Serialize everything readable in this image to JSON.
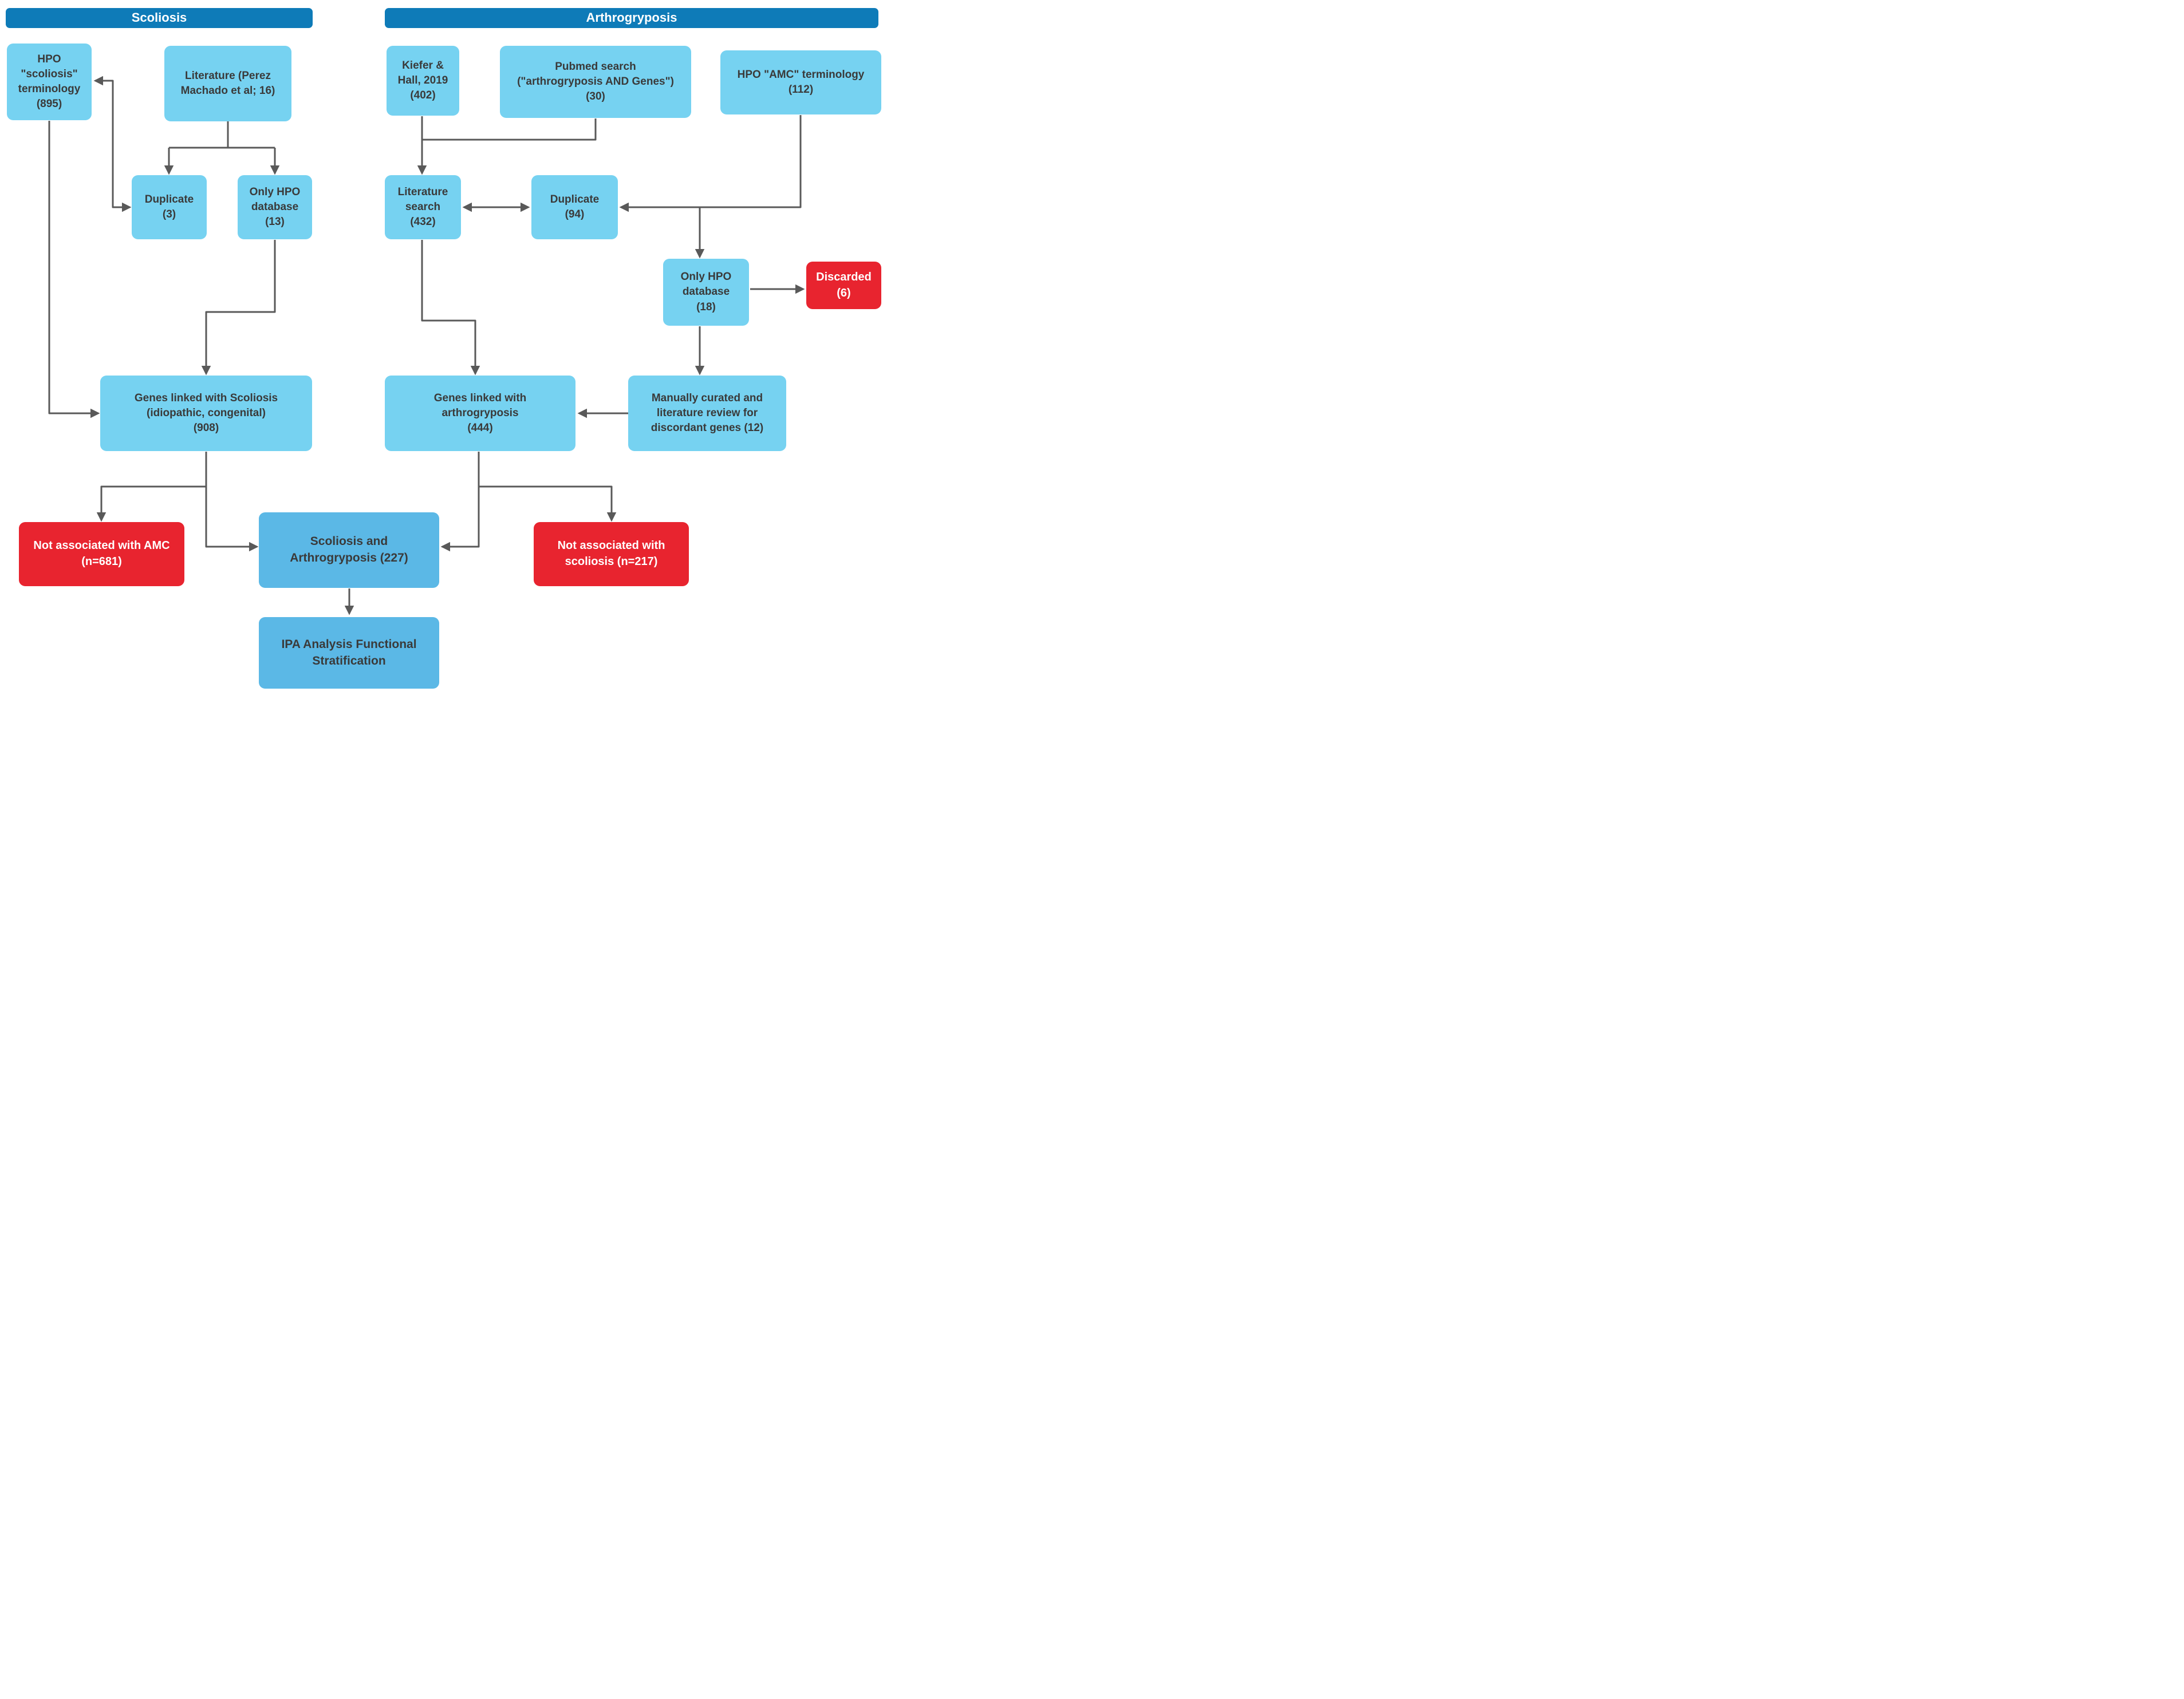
{
  "headers": {
    "scoliosis": "Scoliosis",
    "arthrogryposis": "Arthrogryposis"
  },
  "nodes": {
    "hpo_scoliosis": {
      "label": "HPO\n\"scoliosis\"\nterminology\n(895)"
    },
    "literature_perez": {
      "label": "Literature (Perez\nMachado et al; 16)"
    },
    "duplicate_3": {
      "label": "Duplicate\n(3)"
    },
    "only_hpo_13": {
      "label": "Only HPO\ndatabase\n(13)"
    },
    "genes_scoliosis": {
      "label": "Genes linked with Scoliosis\n(idiopathic, congenital)\n(908)"
    },
    "not_amc": {
      "label": "Not associated with AMC\n(n=681)"
    },
    "scoliosis_arthro": {
      "label": "Scoliosis and\nArthrogryposis (227)"
    },
    "ipa": {
      "label": "IPA Analysis Functional\nStratification"
    },
    "kiefer": {
      "label": "Kiefer &\nHall, 2019\n(402)"
    },
    "pubmed": {
      "label": "Pubmed search\n(\"arthrogryposis AND Genes\")\n(30)"
    },
    "hpo_amc": {
      "label": "HPO \"AMC\" terminology\n(112)"
    },
    "literature_search": {
      "label": "Literature\nsearch\n(432)"
    },
    "duplicate_94": {
      "label": "Duplicate\n(94)"
    },
    "only_hpo_18": {
      "label": "Only HPO\ndatabase\n(18)"
    },
    "discarded": {
      "label": "Discarded\n(6)"
    },
    "manually_curated": {
      "label": "Manually curated and\nliterature review for\ndiscordant genes (12)"
    },
    "genes_arthro": {
      "label": "Genes linked with\narthrogryposis\n(444)"
    },
    "not_scoliosis": {
      "label": "Not associated with\nscoliosis (n=217)"
    }
  },
  "colors": {
    "header_blue": "#0E7BB8",
    "box_light_blue": "#76D2F1",
    "box_medium_blue": "#5BB8E6",
    "box_red": "#E8242F",
    "arrow_gray": "#595959",
    "text_dark": "#3A3A3A",
    "text_light": "#FFFFFF"
  }
}
